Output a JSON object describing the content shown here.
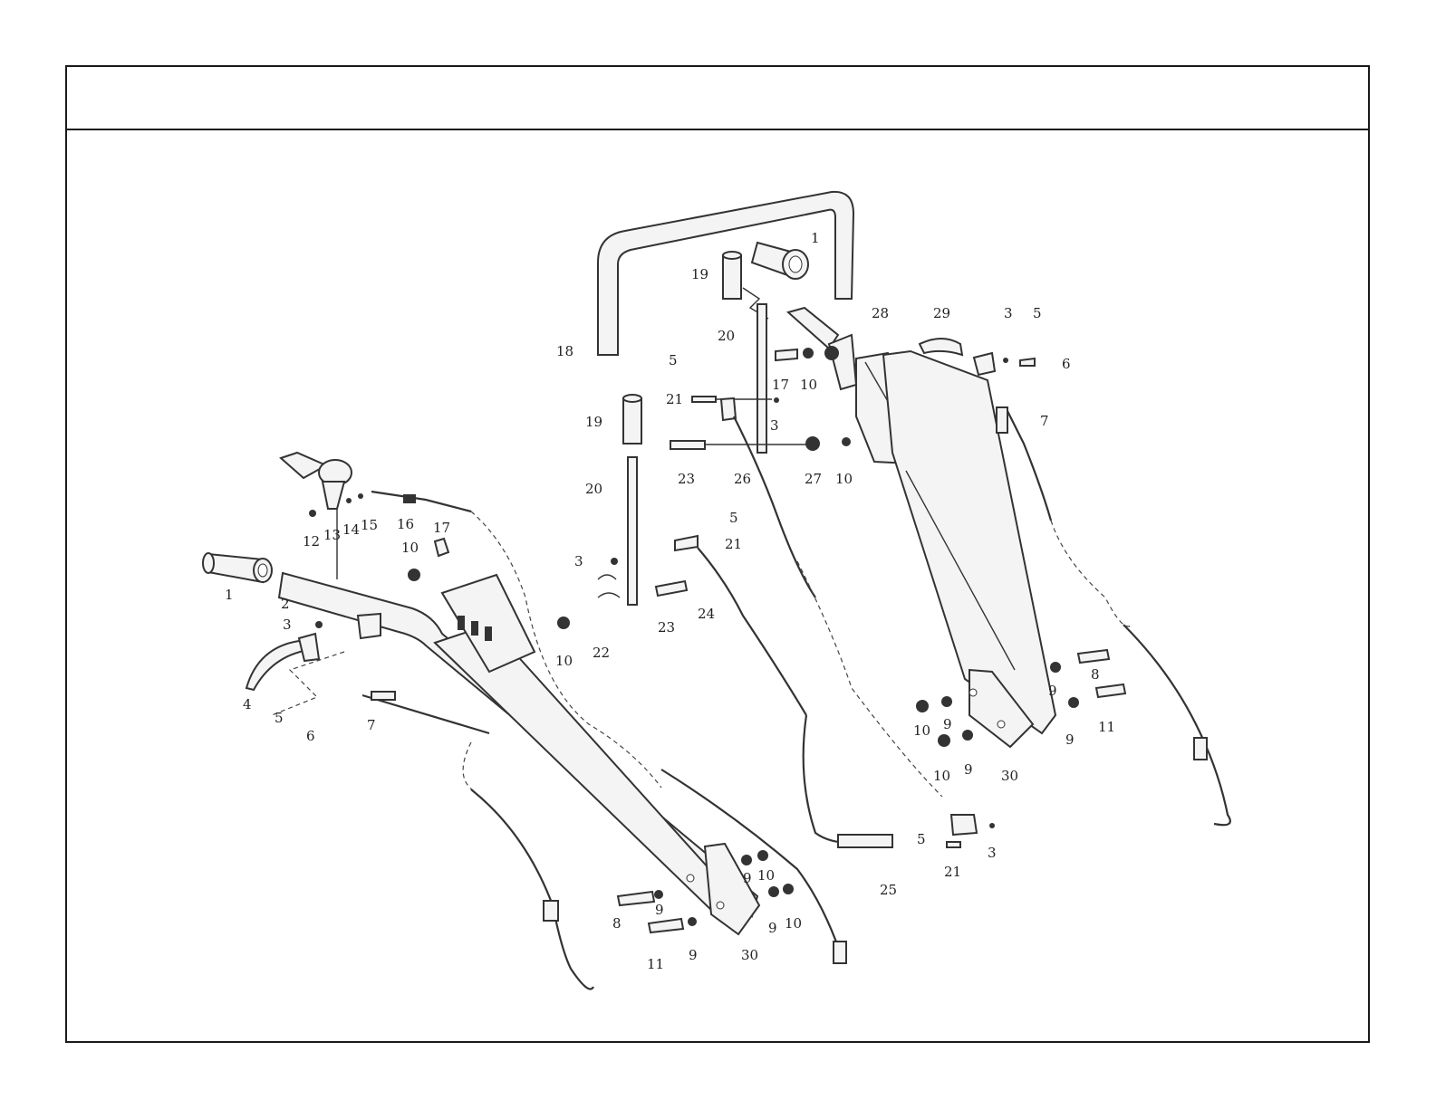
{
  "page": {
    "title": ""
  },
  "diagram": {
    "callouts": {
      "a1": "1",
      "a2": "2",
      "a3": "3",
      "a4": "4",
      "a5": "5",
      "a6": "6",
      "a7": "7",
      "a8": "8",
      "a9a": "9",
      "a9b": "9",
      "a9c": "9",
      "a9d": "9",
      "a10a": "10",
      "a10b": "10",
      "a10c": "10",
      "a11": "11",
      "a12": "12",
      "a13": "13",
      "a14": "14",
      "a15": "15",
      "a16": "16",
      "a17": "17",
      "a30": "30",
      "b1": "1",
      "b19": "19",
      "b18": "18",
      "b20": "20",
      "b5": "5",
      "b21": "21",
      "b17": "17",
      "b10": "10",
      "b3": "3",
      "b28": "28",
      "b29": "29",
      "b3r": "3",
      "b5r": "5",
      "b6": "6",
      "b7": "7",
      "b23": "23",
      "b26": "26",
      "b27": "27",
      "b10b": "10",
      "c19": "19",
      "c20": "20",
      "c5": "5",
      "c21": "21",
      "c3": "3",
      "c22": "22",
      "c23": "23",
      "c24": "24",
      "c10": "10",
      "d9a": "9",
      "d8": "8",
      "d10a": "10",
      "d9b": "9",
      "d9c": "9",
      "d11": "11",
      "d10b": "10",
      "d9d": "9",
      "d30": "30",
      "e25": "25",
      "e5": "5",
      "e3": "3",
      "e21": "21"
    }
  }
}
